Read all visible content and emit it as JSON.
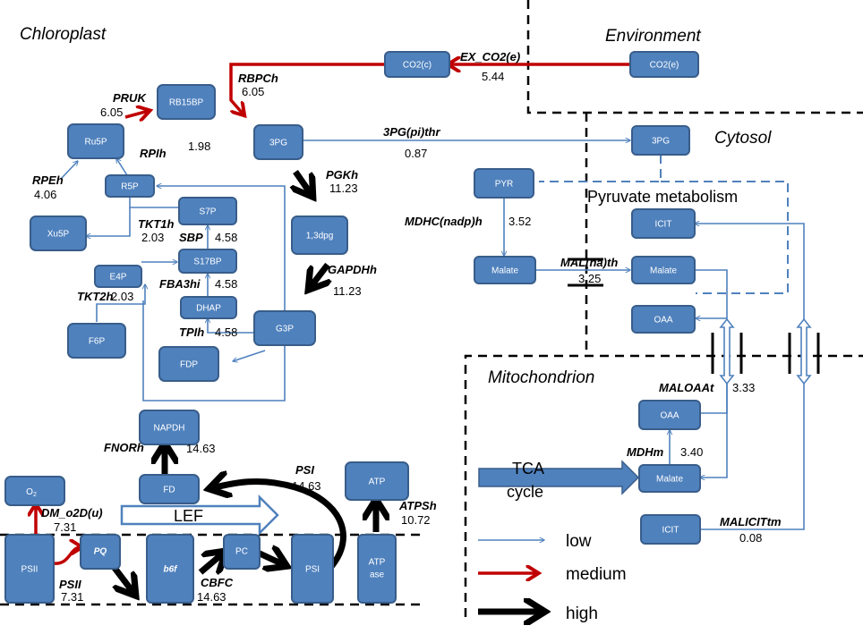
{
  "compartments": {
    "chloroplast": "Chloroplast",
    "environment": "Environment",
    "cytosol": "Cytosol",
    "mitochondrion": "Mitochondrion",
    "pyruvate": "Pyruvate metabolism"
  },
  "nodes": {
    "co2c": "CO2(c)",
    "co2e": "CO2(e)",
    "rb15bp": "RB15BP",
    "ru5p": "Ru5P",
    "pg3": "3PG",
    "pg3_cyt": "3PG",
    "r5p": "R5P",
    "xu5p": "Xu5P",
    "s7p": "S7P",
    "s17bp": "S17BP",
    "e4p": "E4P",
    "dhap": "DHAP",
    "f6p": "F6P",
    "fdp": "FDP",
    "g3p": "G3P",
    "bpg13": "1,3dpg",
    "pyr": "PYR",
    "icit_cyt": "ICIT",
    "malate_chl": "Malate",
    "malate_cyt": "Malate",
    "oaa_cyt": "OAA",
    "oaa_mit": "OAA",
    "malate_mit": "Malate",
    "icit_mit": "ICIT",
    "napdh": "NAPDH",
    "fd": "FD",
    "atp": "ATP",
    "o2": "O",
    "o2_sub": "2",
    "psii": "PSII",
    "pq": "PQ",
    "b6f": "b6f",
    "pc": "PC",
    "psi": "PSI",
    "atpase_1": "ATP",
    "atpase_2": "ase"
  },
  "reactions": {
    "ex_co2": {
      "name": "EX_CO2(e)",
      "flux": "5.44"
    },
    "rbpch": {
      "name": "RBPCh",
      "flux": "6.05"
    },
    "pruk": {
      "name": "PRUK",
      "flux": "6.05"
    },
    "rpih": {
      "name": "RPIh",
      "flux": "1.98"
    },
    "rpeh": {
      "name": "RPEh",
      "flux": "4.06"
    },
    "pg3thr": {
      "name": "3PG(pi)thr",
      "flux": "0.87"
    },
    "pgkh": {
      "name": "PGKh",
      "flux": "11.23"
    },
    "tkt1h": {
      "name": "TKT1h",
      "flux": "2.03"
    },
    "sbp": {
      "name": "SBP",
      "flux": "4.58"
    },
    "fba3hi": {
      "name": "FBA3hi",
      "flux": "4.58"
    },
    "tkt2h": {
      "name": "TKT2h",
      "flux": "2.03"
    },
    "tpih": {
      "name": "TPIh",
      "flux": "4.58"
    },
    "gapdhh": {
      "name": "GAPDHh",
      "flux": "11.23"
    },
    "mdhc": {
      "name": "MDHC(nadp)h",
      "flux": "3.52"
    },
    "malnath": {
      "name": "MAL(na)th",
      "flux": "3.25"
    },
    "maloaat": {
      "name": "MALOAAt",
      "flux": "3.33"
    },
    "mdhm": {
      "name": "MDHm",
      "flux": "3.40"
    },
    "malicitm": {
      "name": "MALICITtm",
      "flux": "0.08"
    },
    "fnorh": {
      "name": "FNORh",
      "flux": "14.63"
    },
    "psi_top": {
      "name": "PSI",
      "flux": "14.63"
    },
    "atpsh": {
      "name": "ATPSh",
      "flux": "10.72"
    },
    "dm_o2d": {
      "name": "DM_o2D(u)",
      "flux": "7.31"
    },
    "psii": {
      "name": "PSII",
      "flux": "7.31"
    },
    "cbfc": {
      "name": "CBFC",
      "flux": "14.63"
    }
  },
  "labels": {
    "tca_1": "TCA",
    "tca_2": "cycle",
    "lef": "LEF"
  },
  "legend": {
    "low": "low",
    "medium": "medium",
    "high": "high"
  },
  "colors": {
    "node": "#4f81bd",
    "node_border": "#385d8a",
    "low": "#4f81bd",
    "medium": "#c00000",
    "high": "#000000"
  }
}
